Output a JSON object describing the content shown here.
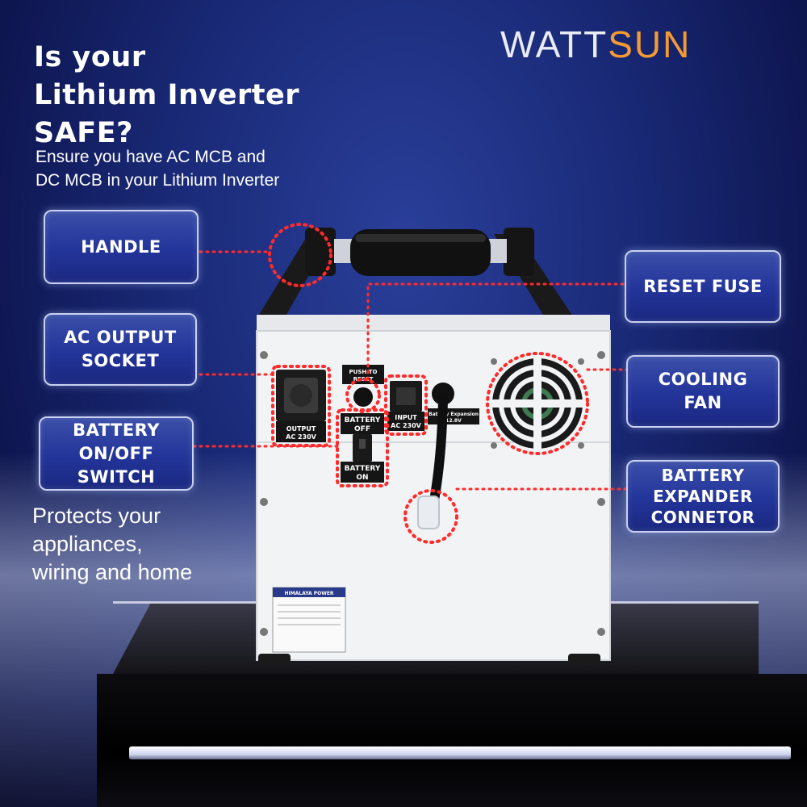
{
  "brand": {
    "logo_part1": "WATT",
    "logo_part2": "SUN"
  },
  "headline": {
    "line1": "Is your",
    "line2": "Lithium Inverter",
    "line3": "SAFE?"
  },
  "subline": {
    "line1": "Ensure you have AC MCB and",
    "line2": "DC MCB in your Lithium Inverter"
  },
  "callouts": {
    "handle": "HANDLE",
    "ac_output_socket_l1": "AC OUTPUT",
    "ac_output_socket_l2": "SOCKET",
    "battery_switch_l1": "BATTERY",
    "battery_switch_l2": "ON/OFF",
    "battery_switch_l3": "SWITCH",
    "reset_fuse": "RESET FUSE",
    "cooling_fan_l1": "COOLING",
    "cooling_fan_l2": "FAN",
    "expander_l1": "BATTERY",
    "expander_l2": "EXPANDER",
    "expander_l3": "CONNETOR"
  },
  "bottom_text": {
    "line1": "Protects your",
    "line2": "appliances,",
    "line3": "wiring and home"
  },
  "device_labels": {
    "output": "OUTPUT",
    "output_v": "AC 230V",
    "push_l1": "PUSH TO",
    "push_l2": "RESET",
    "input": "INPUT",
    "input_v": "AC 230V",
    "battery_off_l1": "BATTERY",
    "battery_off_l2": "OFF",
    "battery_on_l1": "BATTERY",
    "battery_on_l2": "ON",
    "expansion": "Battery Expansion",
    "expansion_v": "12.8V",
    "plate_brand": "HIMALAYA POWER"
  },
  "colors": {
    "accent_orange": "#f39a34",
    "callout_line": "#ff2a2a",
    "background": "#1a2a78"
  }
}
